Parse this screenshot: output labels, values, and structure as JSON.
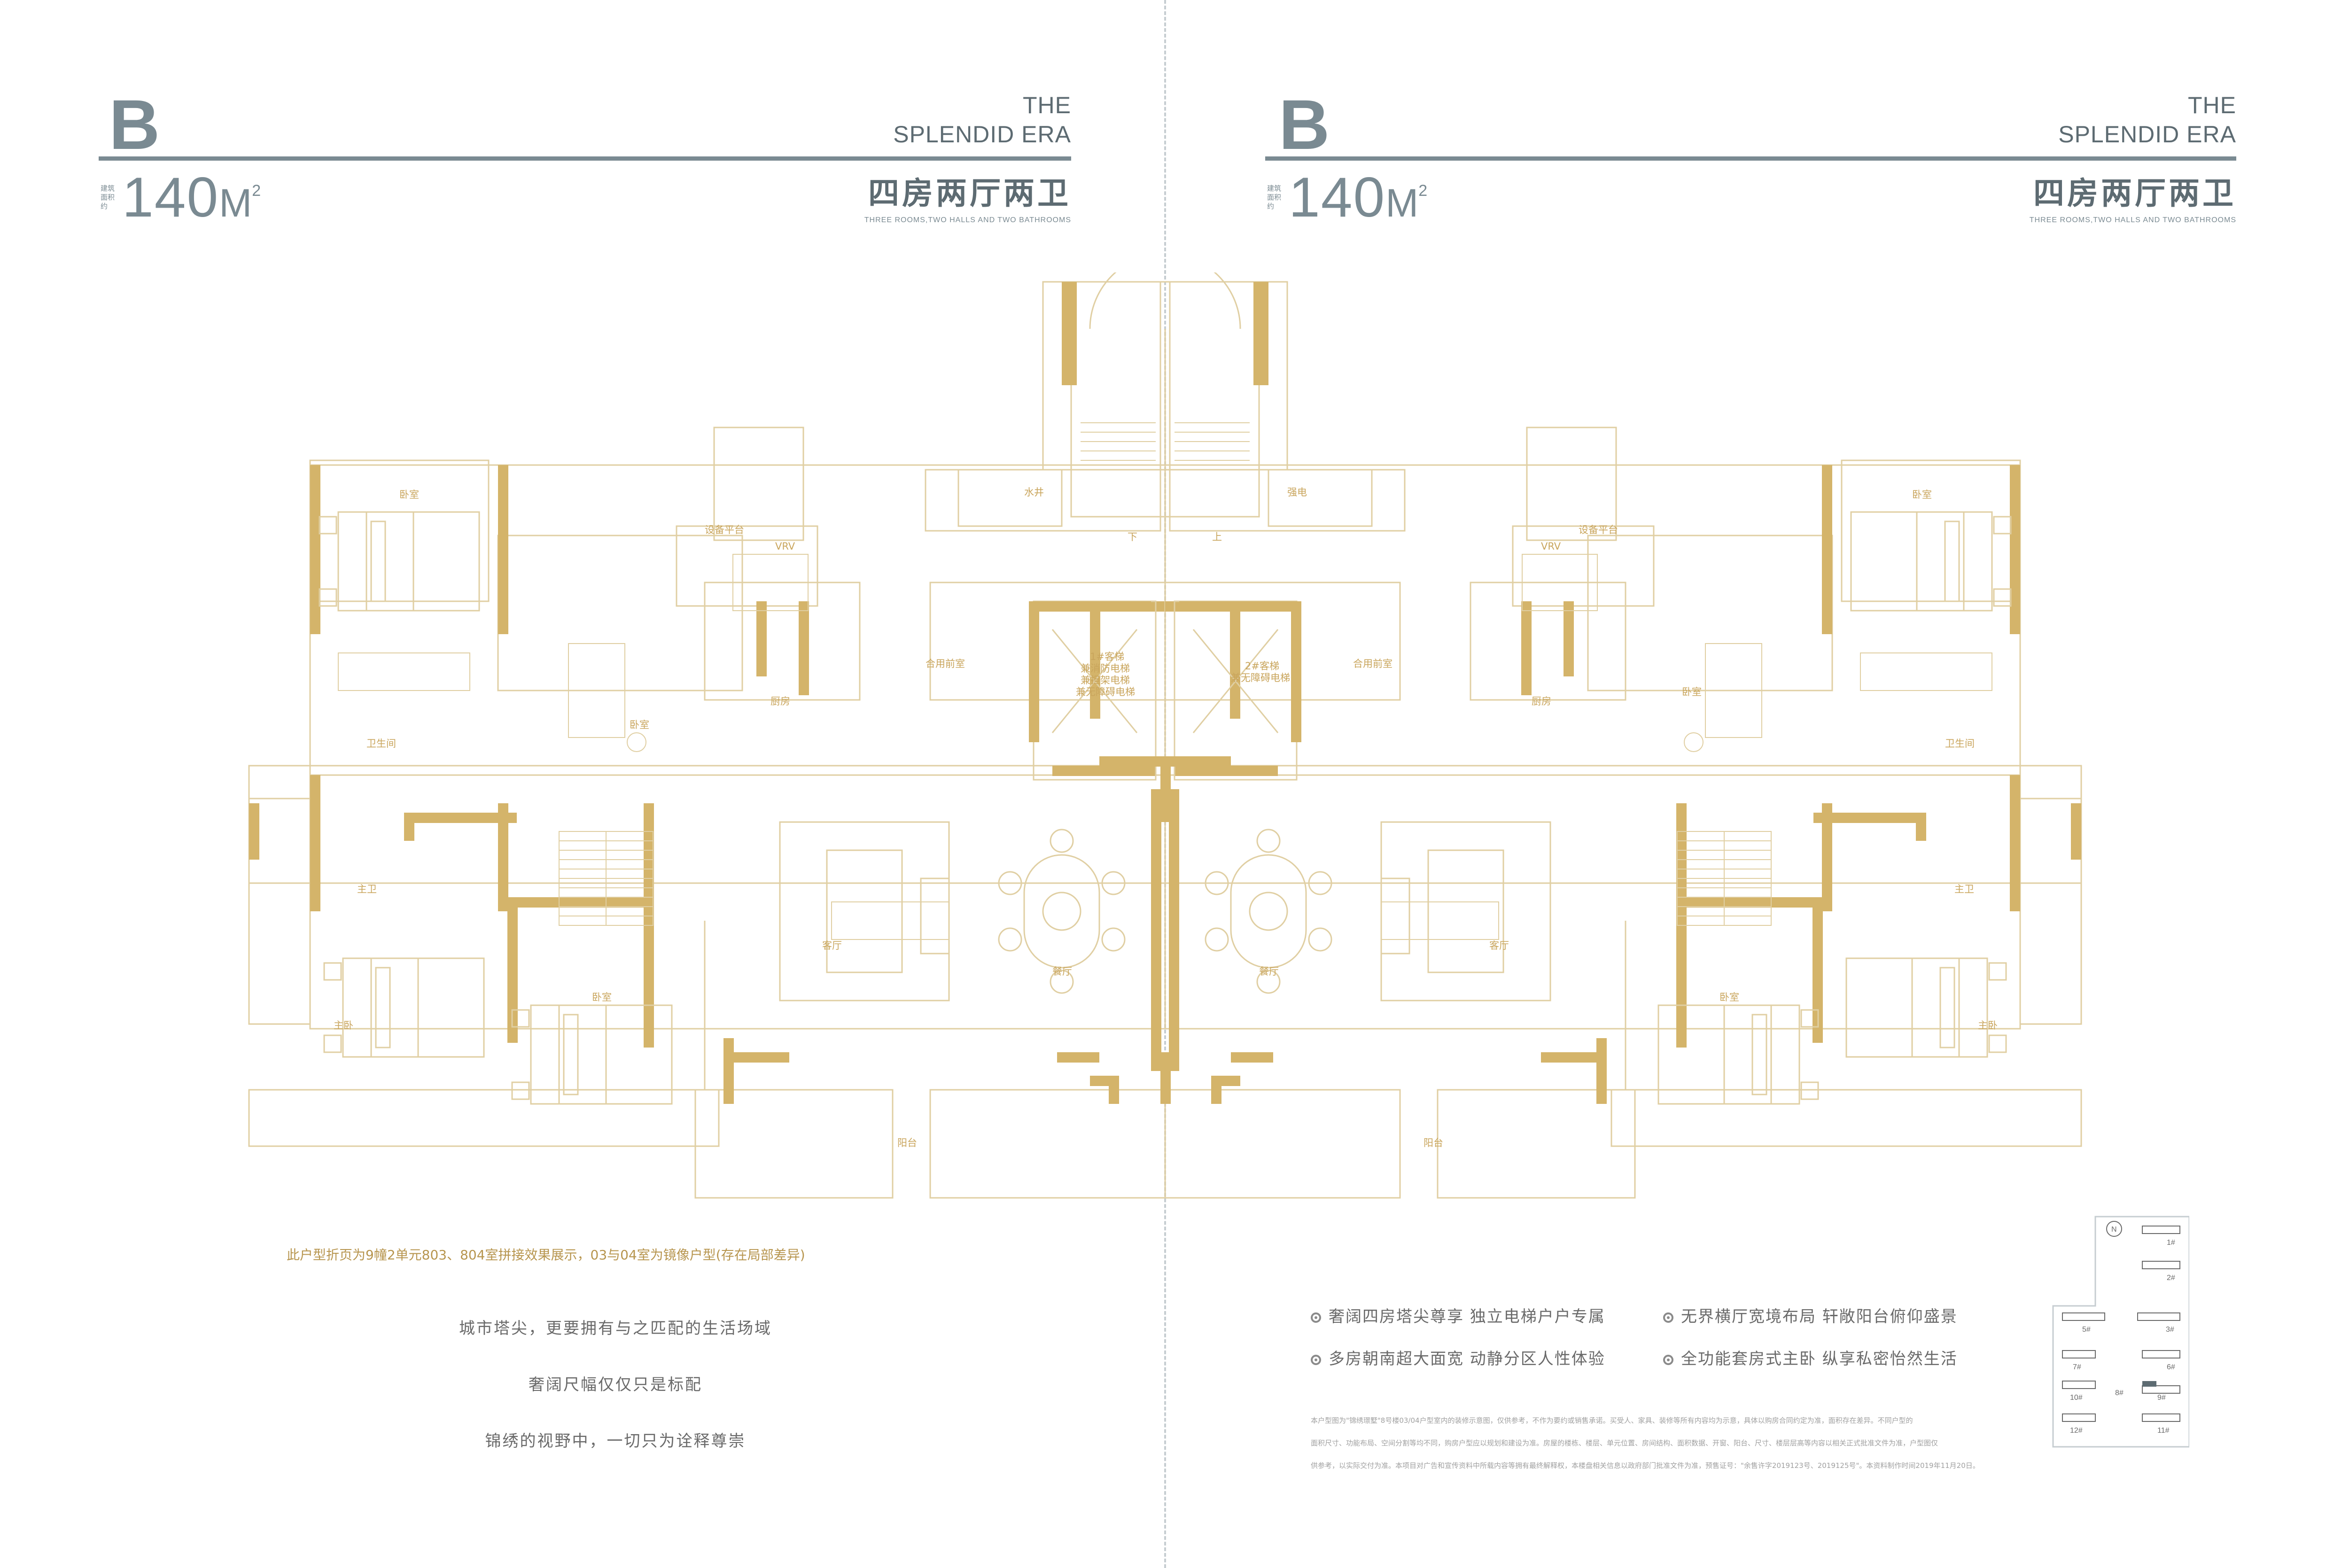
{
  "left_header": {
    "type_letter": "B",
    "tagline_line1": "THE",
    "tagline_line2": "SPLENDID ERA",
    "area_label_line1": "建筑",
    "area_label_line2": "面积约",
    "area_value": "140",
    "area_unit": "M",
    "area_unit_sup": "2",
    "rooms_cn": "四房两厅两卫",
    "rooms_en": "THREE ROOMS,TWO HALLS AND TWO BATHROOMS"
  },
  "right_header": {
    "type_letter": "B",
    "tagline_line1": "THE",
    "tagline_line2": "SPLENDID ERA",
    "area_label_line1": "建筑",
    "area_label_line2": "面积约",
    "area_value": "140",
    "area_unit": "M",
    "area_unit_sup": "2",
    "rooms_cn": "四房两厅两卫",
    "rooms_en": "THREE ROOMS,TWO HALLS AND TWO BATHROOMS"
  },
  "floor_plan": {
    "rooms_left": {
      "bedroom_top": "卧室",
      "equipment": "设备平台",
      "vrv": "VRV",
      "bathroom": "卫生间",
      "bedroom_mid": "卧室",
      "kitchen": "厨房",
      "master_bath": "主卫",
      "master_bedroom": "主卧",
      "bedroom_bottom": "卧室",
      "living": "客厅",
      "dining": "餐厅",
      "balcony": "阳台",
      "shared_hall": "合用前室"
    },
    "rooms_right": {
      "bedroom_top": "卧室",
      "equipment": "设备平台",
      "vrv": "VRV",
      "bathroom": "卫生间",
      "bedroom_mid": "卧室",
      "kitchen": "厨房",
      "master_bath": "主卫",
      "master_bedroom": "主卧",
      "bedroom_bottom": "卧室",
      "living": "客厅",
      "dining": "餐厅",
      "balcony": "阳台",
      "shared_hall": "合用前室"
    },
    "core": {
      "water_well": "水井",
      "electric_well": "强电",
      "down": "下",
      "up": "上",
      "elevator1_line1": "1#客梯",
      "elevator1_line2": "兼消防电梯",
      "elevator1_line3": "兼担架电梯",
      "elevator1_line4": "兼无障碍电梯",
      "elevator2_line1": "2#客梯",
      "elevator2_line2": "兼无障碍电梯"
    }
  },
  "plan_note": "此户型折页为9幢2单元803、804室拼接效果展示，03与04室为镜像户型(存在局部差异)",
  "slogan": [
    "城市塔尖，更要拥有与之匹配的生活场域",
    "奢阔尺幅仅仅只是标配",
    "锦绣的视野中，一切只为诠释尊崇"
  ],
  "features": [
    "奢阔四房塔尖尊享 独立电梯户户专属",
    "无界横厅宽境布局 轩敞阳台俯仰盛景",
    "多房朝南超大面宽 动静分区人性体验",
    "全功能套房式主卧 纵享私密怡然生活"
  ],
  "fine_print": [
    "本户型图为\"锦绣璟墅\"8号楼03/04户型室内的装修示意图，仅供参考，不作为要约或销售承诺。买受人、家具、装修等所有内容均为示意，具体以购房合同约定为准，面积存在差异。不同户型的",
    "面积尺寸、功能布局、空间分割等均不同，购房户型应以规划和建设为准。房屋的楼栋、楼层、单元位置、房间结构、面积数据、开窗、阳台、尺寸、楼层层高等内容以相关正式批准文件为准，户型图仅",
    "供参考，以实际交付为准。本项目对广告和宣传资料中所载内容等拥有最终解释权，本楼盘相关信息以政府部门批准文件为准，预售证号：\"余售许字2019123号、2019125号\"。本资料制作时间2019年11月20日。"
  ],
  "site_map": {
    "north_label": "N",
    "buildings": [
      "1#",
      "2#",
      "3#",
      "5#",
      "6#",
      "7#",
      "8#",
      "9#",
      "10#",
      "11#",
      "12#"
    ]
  },
  "colors": {
    "gold_wall": "#d4b46a",
    "gold_line": "#e0cfa3",
    "header_gray": "#7a8a92"
  }
}
